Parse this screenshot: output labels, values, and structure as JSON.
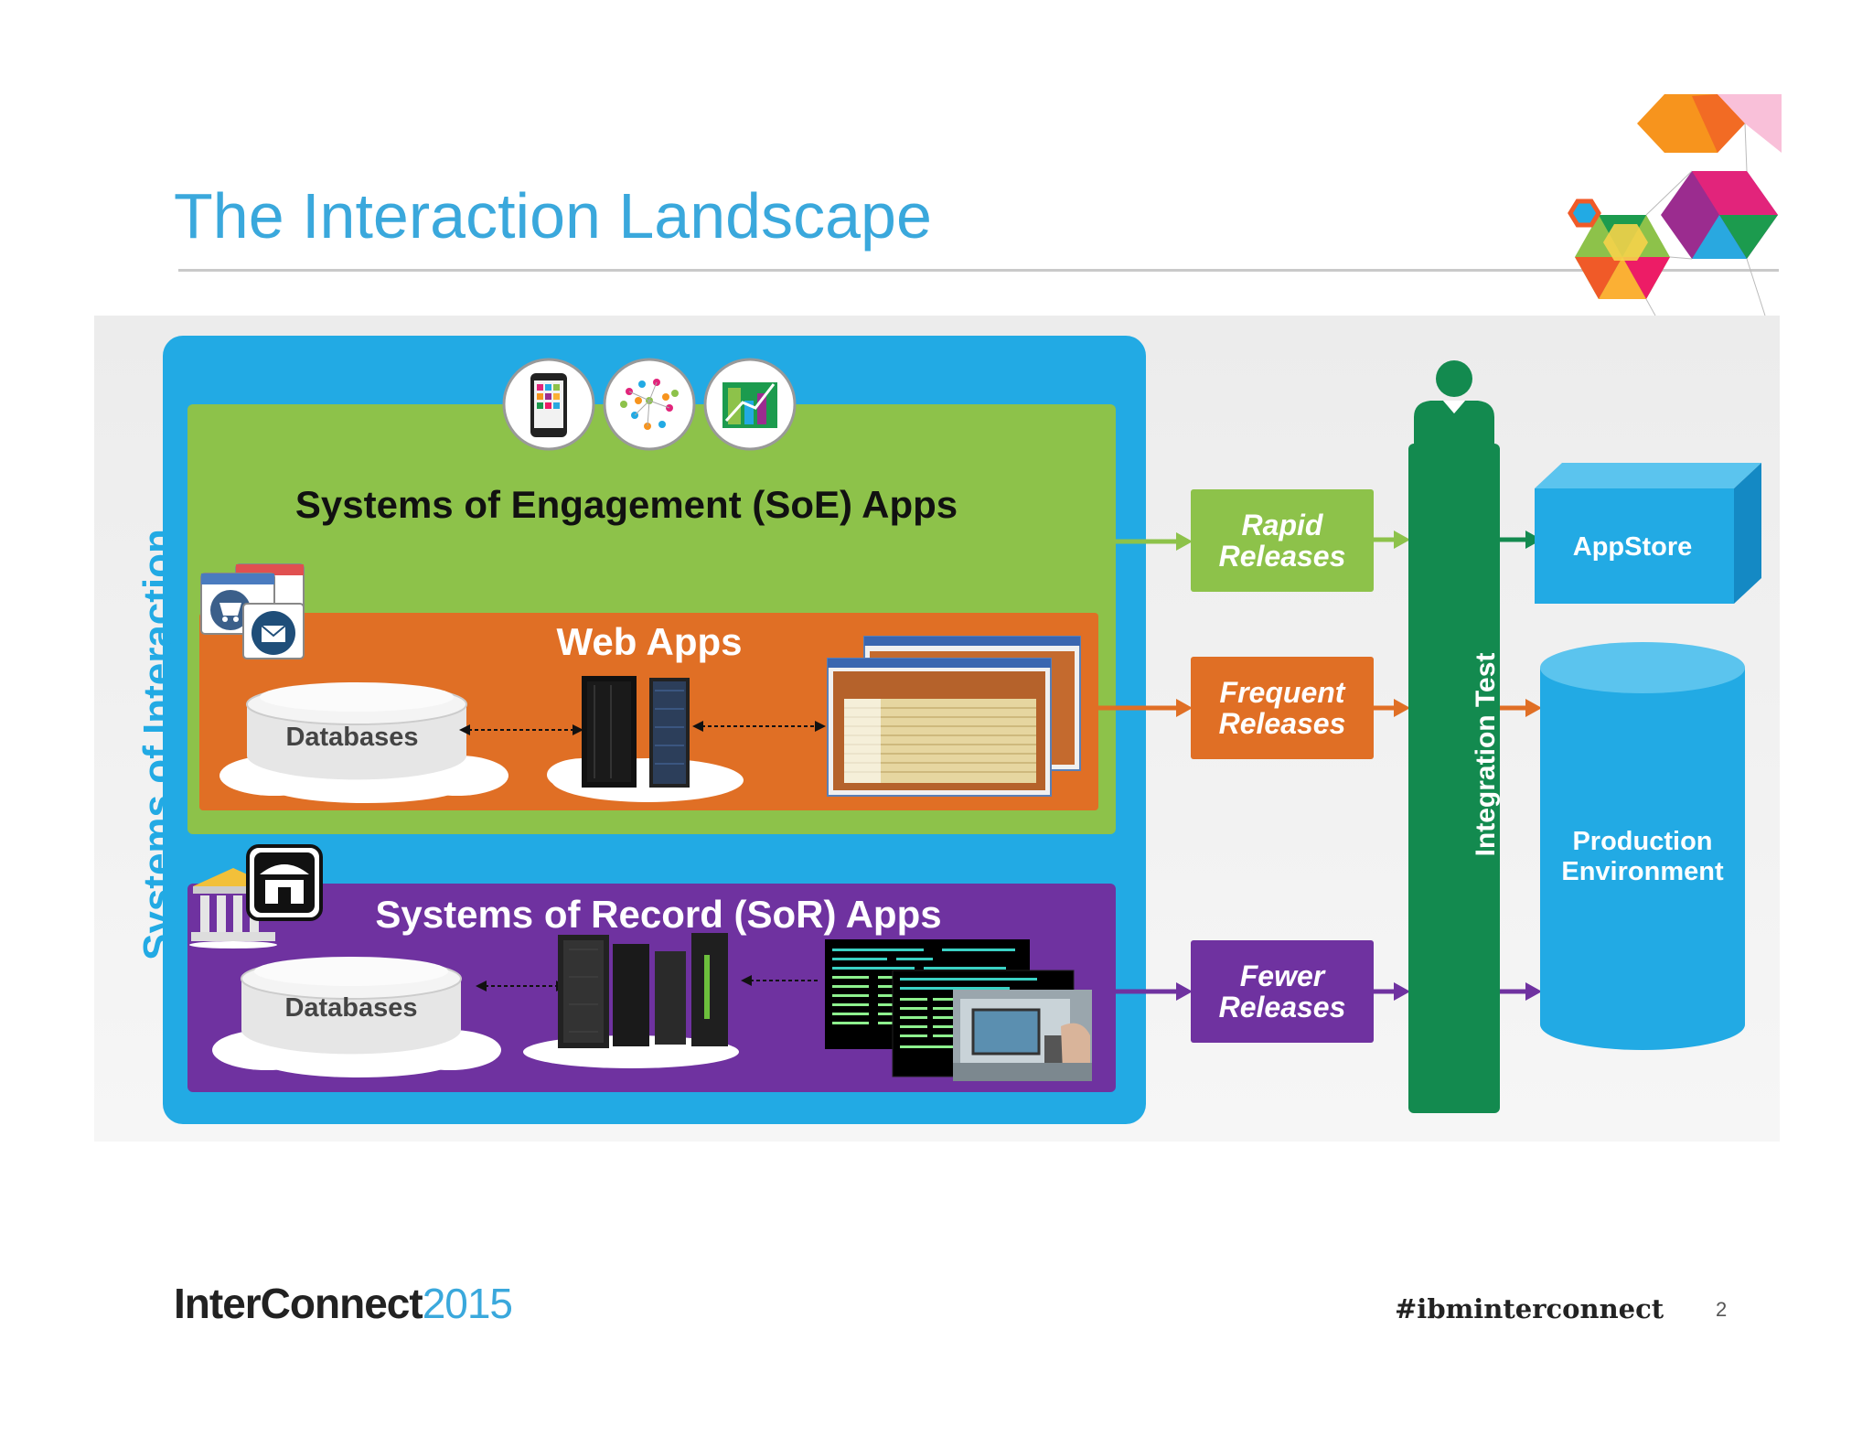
{
  "slide": {
    "title": "The Interaction Landscape",
    "page_number": "2"
  },
  "diagram": {
    "outer_label": "Systems of Interaction",
    "soe": {
      "title": "Systems of Engagement (SoE) Apps",
      "color": "#8dc24a"
    },
    "web": {
      "title": "Web Apps",
      "db_label": "Databases",
      "color": "#e06f25"
    },
    "sor": {
      "title": "Systems of Record (SoR) Apps",
      "db_label": "Databases",
      "color": "#6f32a0"
    },
    "releases": {
      "rapid": "Rapid Releases",
      "frequent": "Frequent Releases",
      "fewer": "Fewer Releases"
    },
    "integration_test": "Integration Test",
    "targets": {
      "appstore": "AppStore",
      "production": "Production Environment"
    },
    "colors": {
      "outer": "#22aae4",
      "integration": "#138a4f",
      "title": "#3aa8dc"
    }
  },
  "footer": {
    "brand_name": "InterConnect",
    "brand_year": "2015",
    "hashtag": "#ibminterconnect"
  },
  "icons": [
    "mobile-app-icon",
    "social-network-icon",
    "analytics-icon",
    "shopping-cart-icon",
    "email-icon",
    "bank-icon",
    "store-icon",
    "server-icon",
    "mainframe-icon",
    "web-screenshot-icon",
    "terminal-screen-icon",
    "atm-icon",
    "person-icon",
    "hexagon-decoration-icon"
  ]
}
